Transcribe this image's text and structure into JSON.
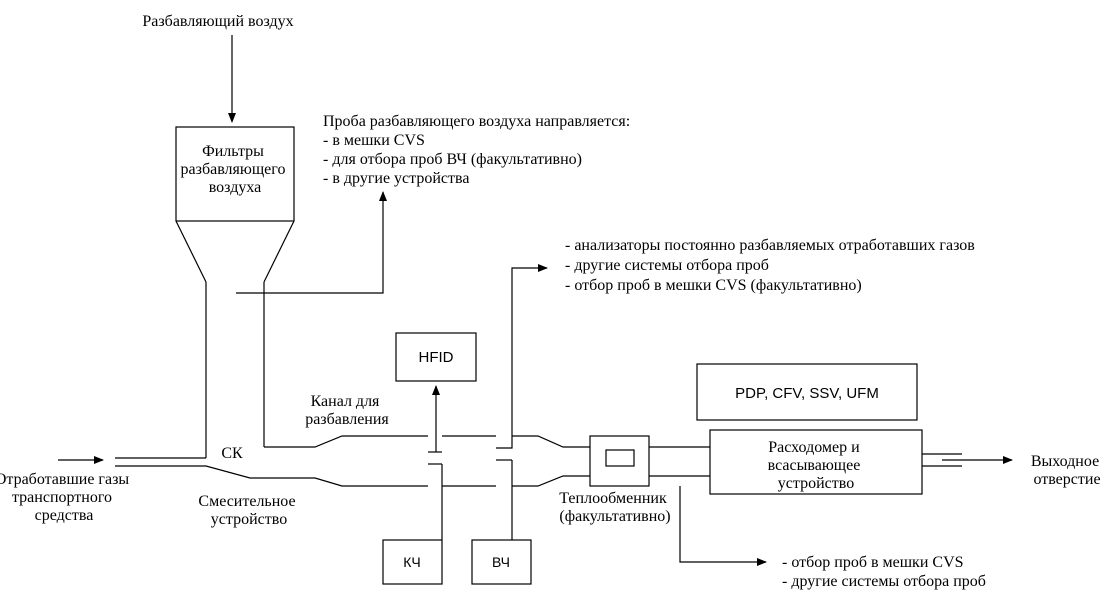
{
  "labels": {
    "dilution_air": "Разбавляющий воздух",
    "filters": [
      "Фильтры",
      "разбавляющего",
      "воздуха"
    ],
    "sample_heading": "Проба разбавляющего воздуха направляется:",
    "sample_items": [
      "- в мешки CVS",
      "- для отбора проб ВЧ (факультативно)",
      "- в другие устройства"
    ],
    "analyzer_items": [
      "- анализаторы постоянно разбавляемых отработавших газов",
      "- другие системы отбора проб",
      "- отбор проб в мешки CVS (факультативно)"
    ],
    "hfid": "HFID",
    "pdp": "PDP, CFV, SSV, UFM",
    "tunnel": [
      "Канал для",
      "разбавления"
    ],
    "ck": "СК",
    "exhaust": [
      "Отработавшие газы",
      "транспортного",
      "средства"
    ],
    "mixer": [
      "Смесительное",
      "устройство"
    ],
    "heat_exchanger": [
      "Теплообменник",
      "(факультативно)"
    ],
    "flowmeter": [
      "Расходомер и",
      "всасывающее",
      "устройство"
    ],
    "outlet": [
      "Выходное",
      "отверстие"
    ],
    "pm_box": "КЧ",
    "hc_box": "ВЧ",
    "bottom_items": [
      "- отбор проб в мешки CVS",
      "- другие системы отбора проб"
    ]
  }
}
